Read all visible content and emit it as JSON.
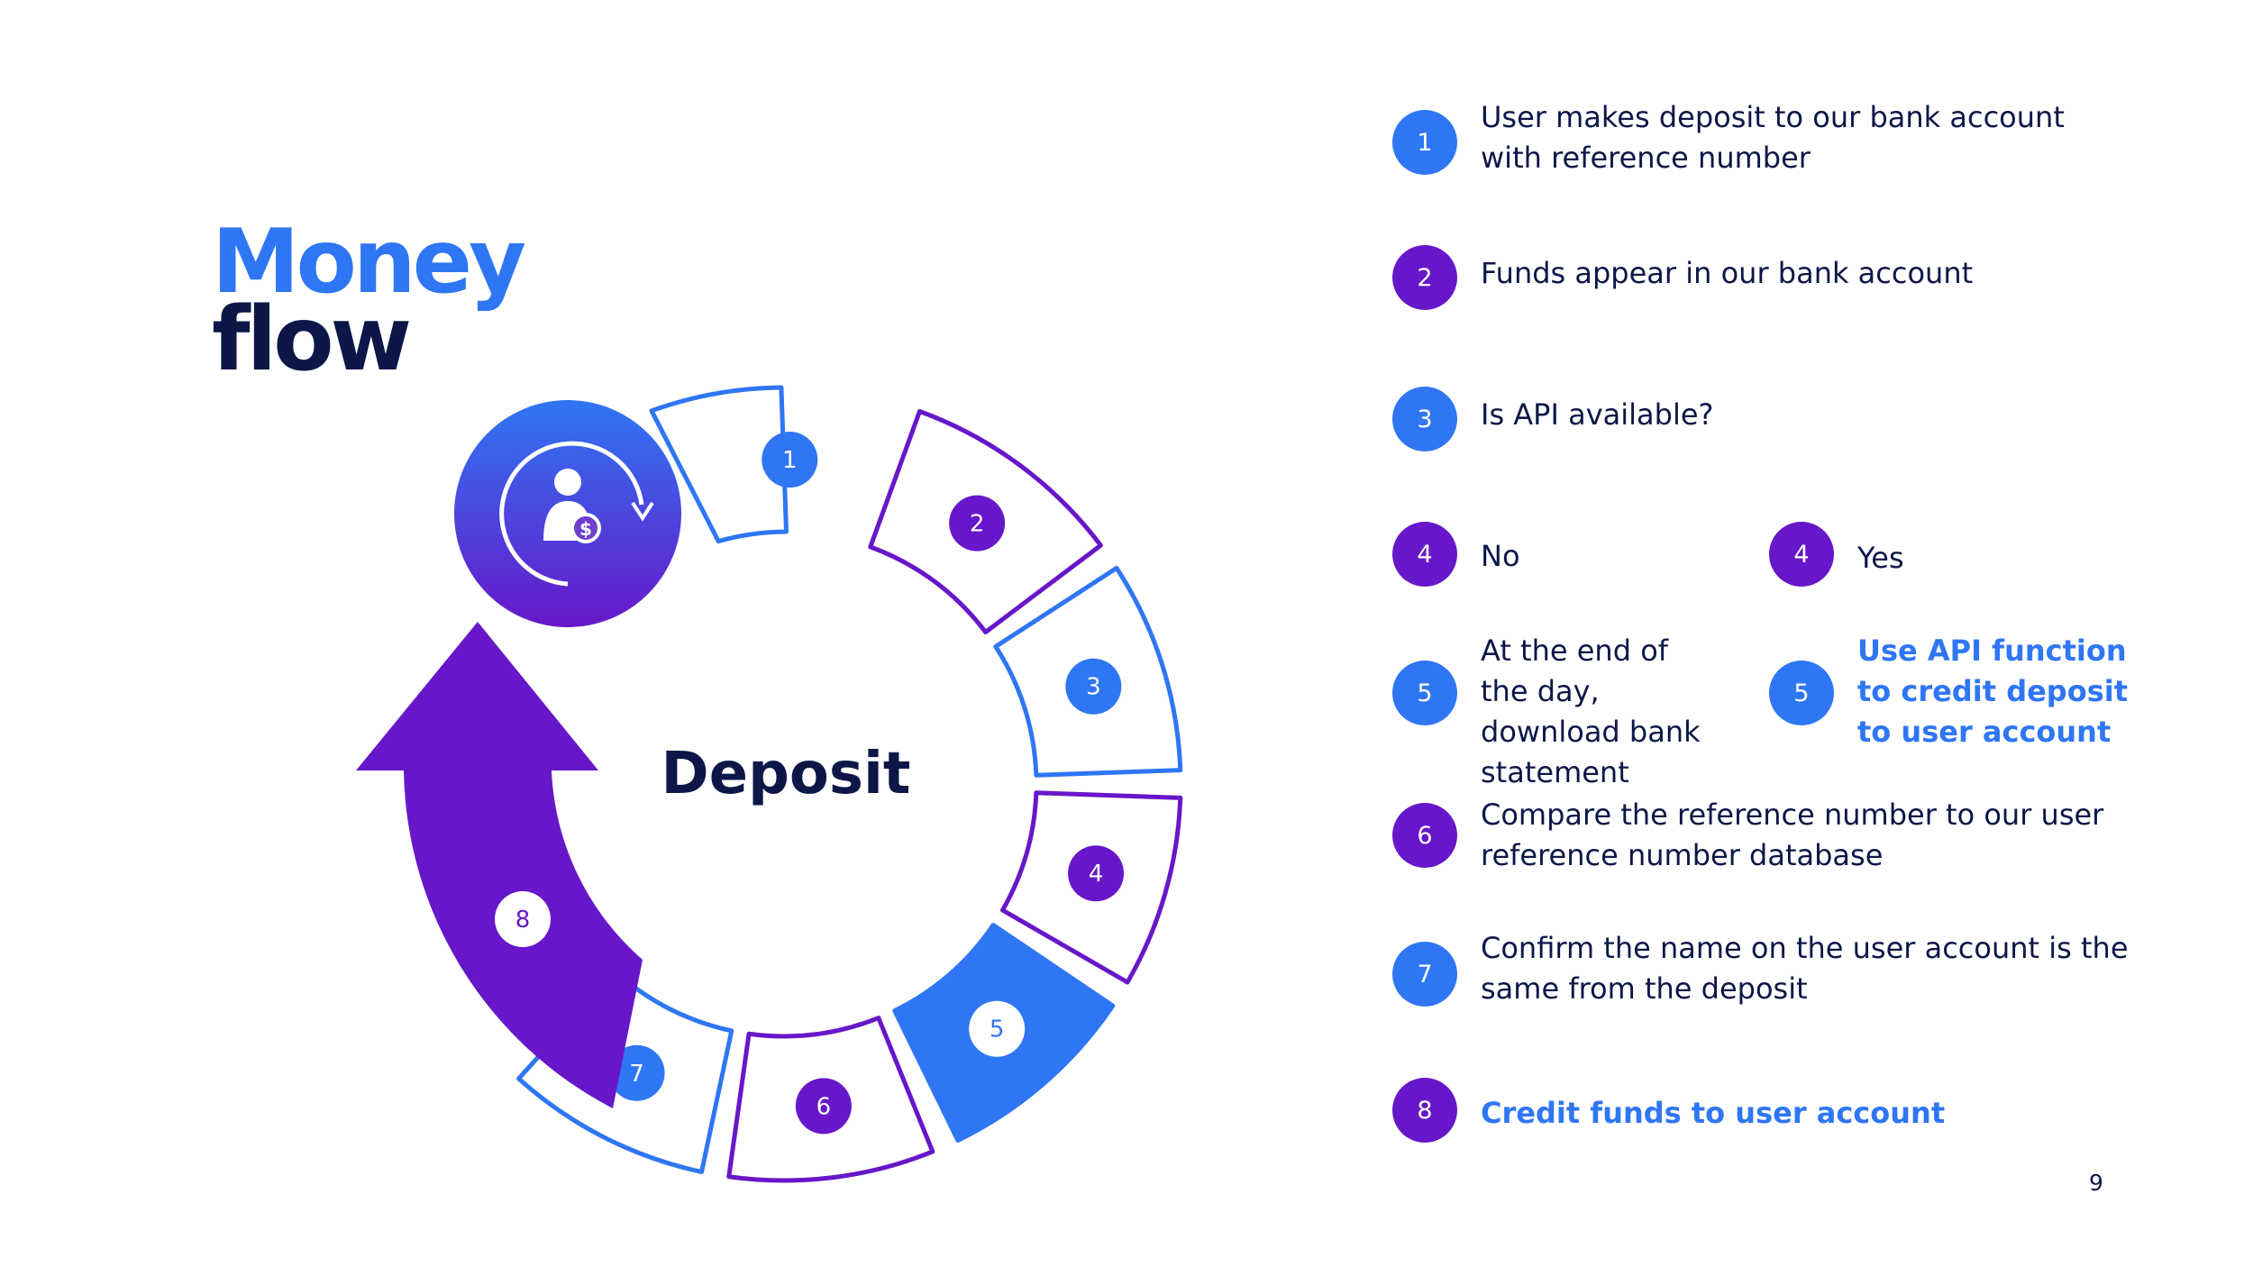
{
  "title": {
    "line1": "Money",
    "line2": "flow"
  },
  "diagram": {
    "center_label": "Deposit",
    "segments": [
      "1",
      "2",
      "3",
      "4",
      "5",
      "6",
      "7"
    ],
    "arrow_label": "8",
    "icon": "user-deposit-icon"
  },
  "steps": [
    {
      "num": "1",
      "text": "User makes deposit to our bank account with reference number",
      "color": "blue",
      "highlight": false
    },
    {
      "num": "2",
      "text": "Funds appear in our bank account",
      "color": "purple",
      "highlight": false
    },
    {
      "num": "3",
      "text": "Is API available?",
      "color": "blue",
      "highlight": false
    },
    {
      "num": "4",
      "text": "No",
      "color": "purple",
      "highlight": false
    },
    {
      "num": "4",
      "text": "Yes",
      "color": "purple",
      "highlight": false
    },
    {
      "num": "5",
      "text": "At the end of the day, download bank statement",
      "color": "blue",
      "highlight": false
    },
    {
      "num": "5",
      "text": "Use API function to credit deposit to user account",
      "color": "blue",
      "highlight": true
    },
    {
      "num": "6",
      "text": "Compare the reference number to our user reference number database",
      "color": "purple",
      "highlight": false
    },
    {
      "num": "7",
      "text": "Confirm the name on the user account is the same from the deposit",
      "color": "blue",
      "highlight": false
    },
    {
      "num": "8",
      "text": "Credit funds to user account",
      "color": "purple",
      "highlight": true
    }
  ],
  "page_number": "9",
  "colors": {
    "blue": "#2F76F4",
    "purple": "#6717C9",
    "navy": "#0C1748"
  }
}
